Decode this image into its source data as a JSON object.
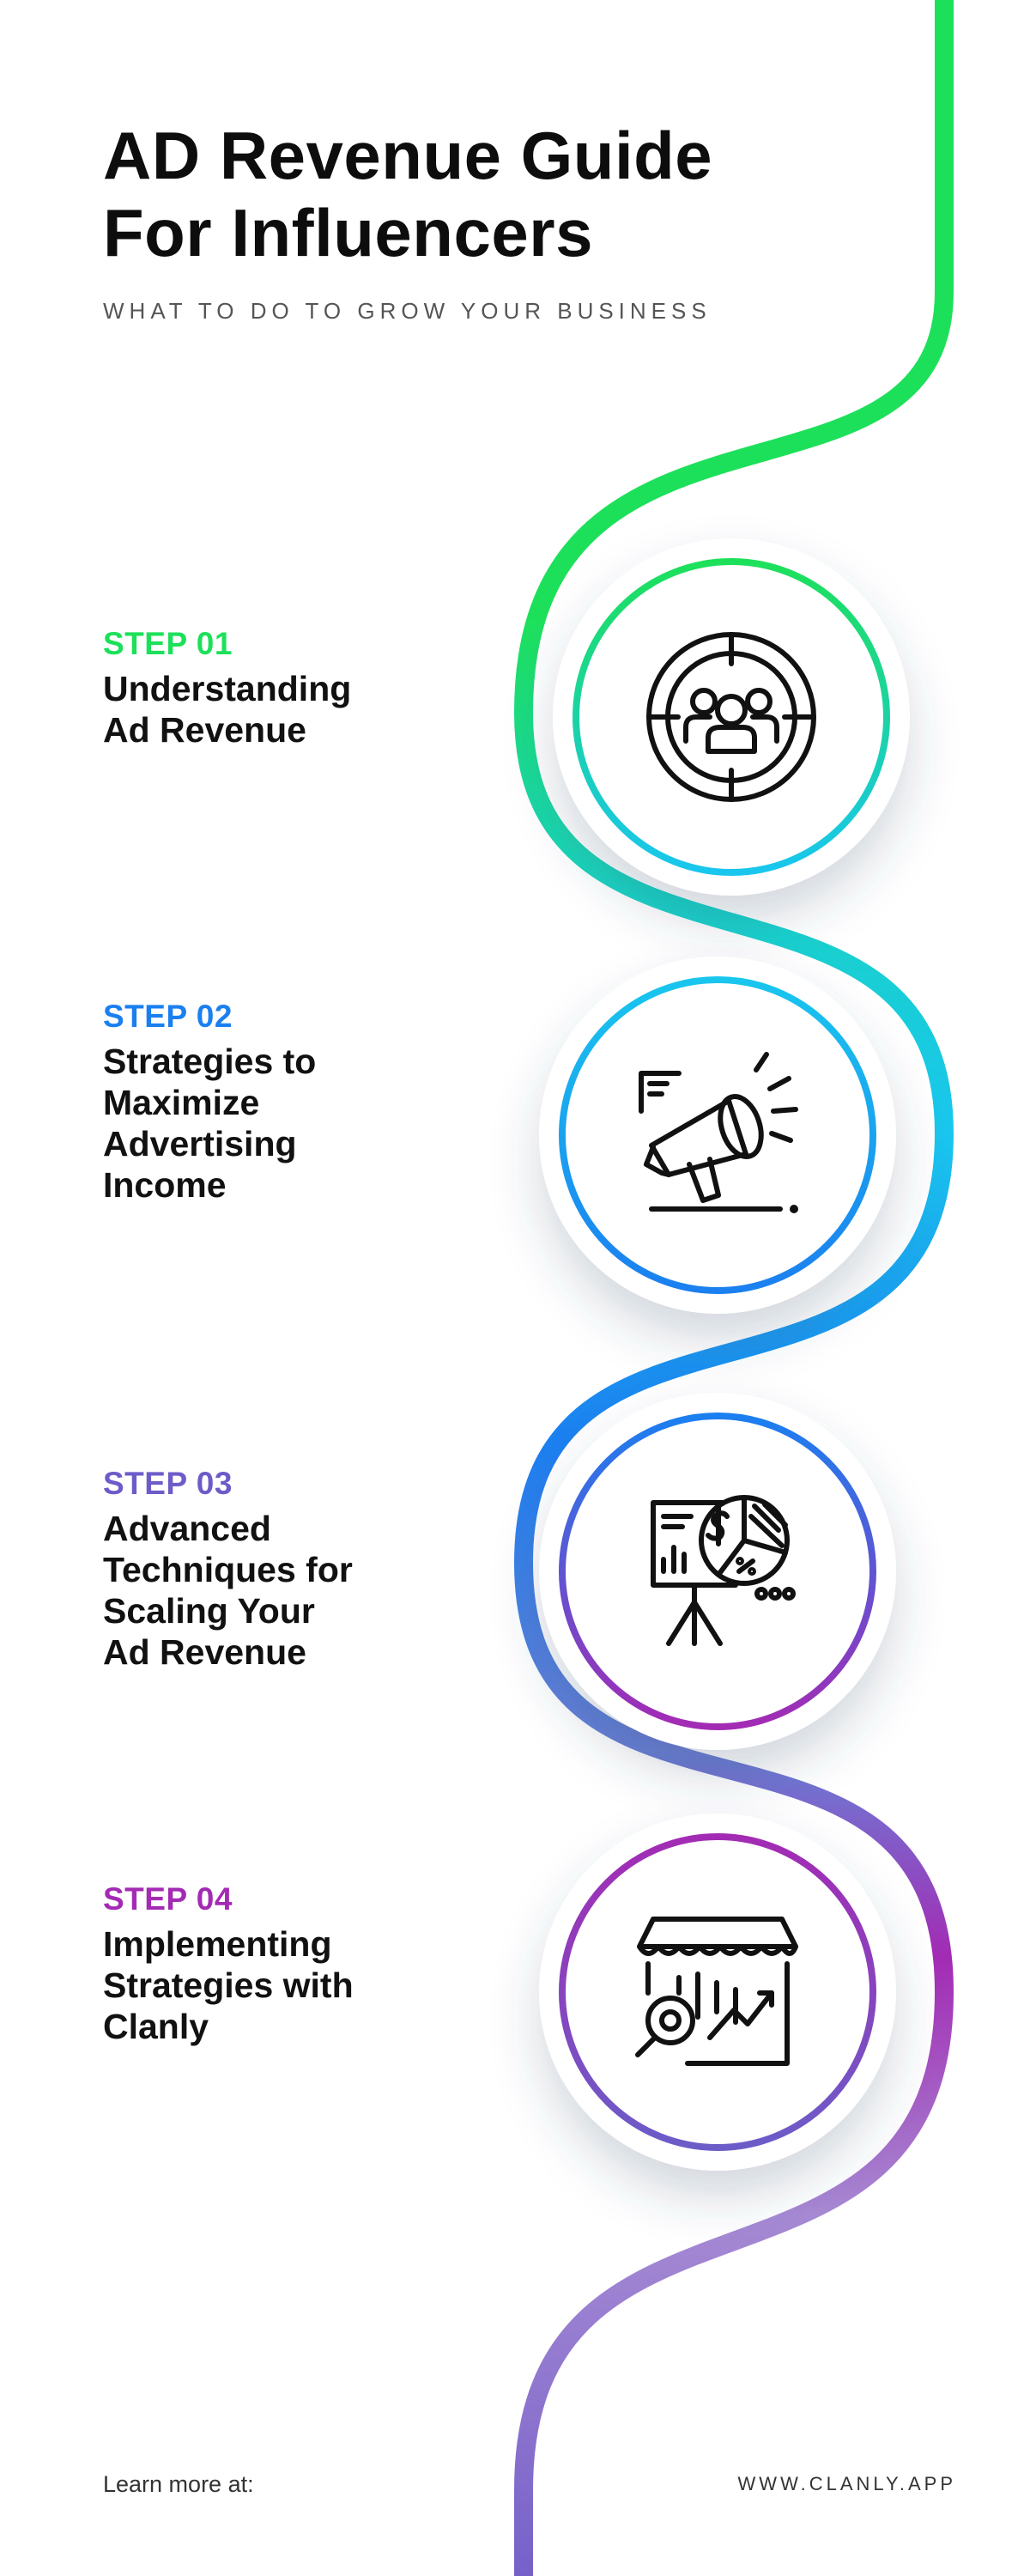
{
  "header": {
    "title_line1": "AD Revenue Guide",
    "title_line2": "For Influencers",
    "subtitle": "WHAT TO DO TO GROW YOUR BUSINESS"
  },
  "steps": [
    {
      "label": "STEP 01",
      "title_lines": [
        "Understanding",
        "Ad Revenue"
      ],
      "icon": "target-audience-icon"
    },
    {
      "label": "STEP 02",
      "title_lines": [
        "Strategies to",
        "Maximize",
        "Advertising",
        "Income"
      ],
      "icon": "megaphone-icon"
    },
    {
      "label": "STEP 03",
      "title_lines": [
        "Advanced",
        "Techniques for",
        "Scaling Your",
        "Ad Revenue"
      ],
      "icon": "presentation-chart-icon"
    },
    {
      "label": "STEP 04",
      "title_lines": [
        "Implementing",
        "Strategies with",
        "Clanly"
      ],
      "icon": "store-analytics-icon"
    }
  ],
  "colors": {
    "green": "#1de05a",
    "cyan": "#19c6ee",
    "blue": "#1b7ff0",
    "purple": "#6c5cc8",
    "magenta": "#a32bb4",
    "violet": "#7561c9"
  },
  "footer": {
    "left": "Learn more at:",
    "right": "WWW.CLANLY.APP"
  }
}
